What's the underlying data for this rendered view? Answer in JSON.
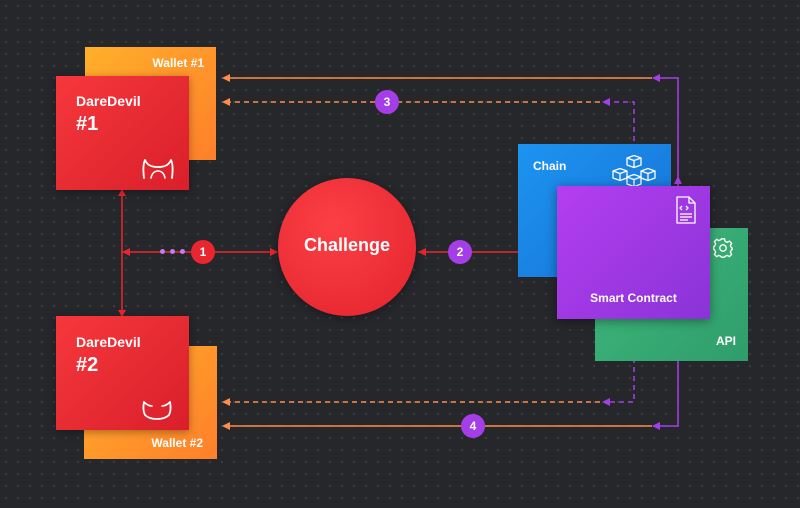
{
  "wallets": [
    {
      "label": "Wallet #1"
    },
    {
      "label": "Wallet #2"
    }
  ],
  "daredevils": [
    {
      "name": "DareDevil",
      "number": "#1",
      "icon": "devil-horns-icon"
    },
    {
      "name": "DareDevil",
      "number": "#2",
      "icon": "devil-horns-icon"
    }
  ],
  "challenge": {
    "label": "Challenge"
  },
  "chain": {
    "label": "Chain",
    "icon": "blocks-cube-icon"
  },
  "api": {
    "label": "API",
    "icon": "gear-icon"
  },
  "smart_contract": {
    "label": "Smart Contract",
    "icon": "code-document-icon"
  },
  "steps": [
    "1",
    "2",
    "3",
    "4"
  ],
  "colors": {
    "background": "#26272b",
    "red": "#e8262f",
    "orange": "#ff8c2a",
    "purple": "#a63ee8",
    "blue": "#1d94f0",
    "green": "#3fb97d"
  }
}
